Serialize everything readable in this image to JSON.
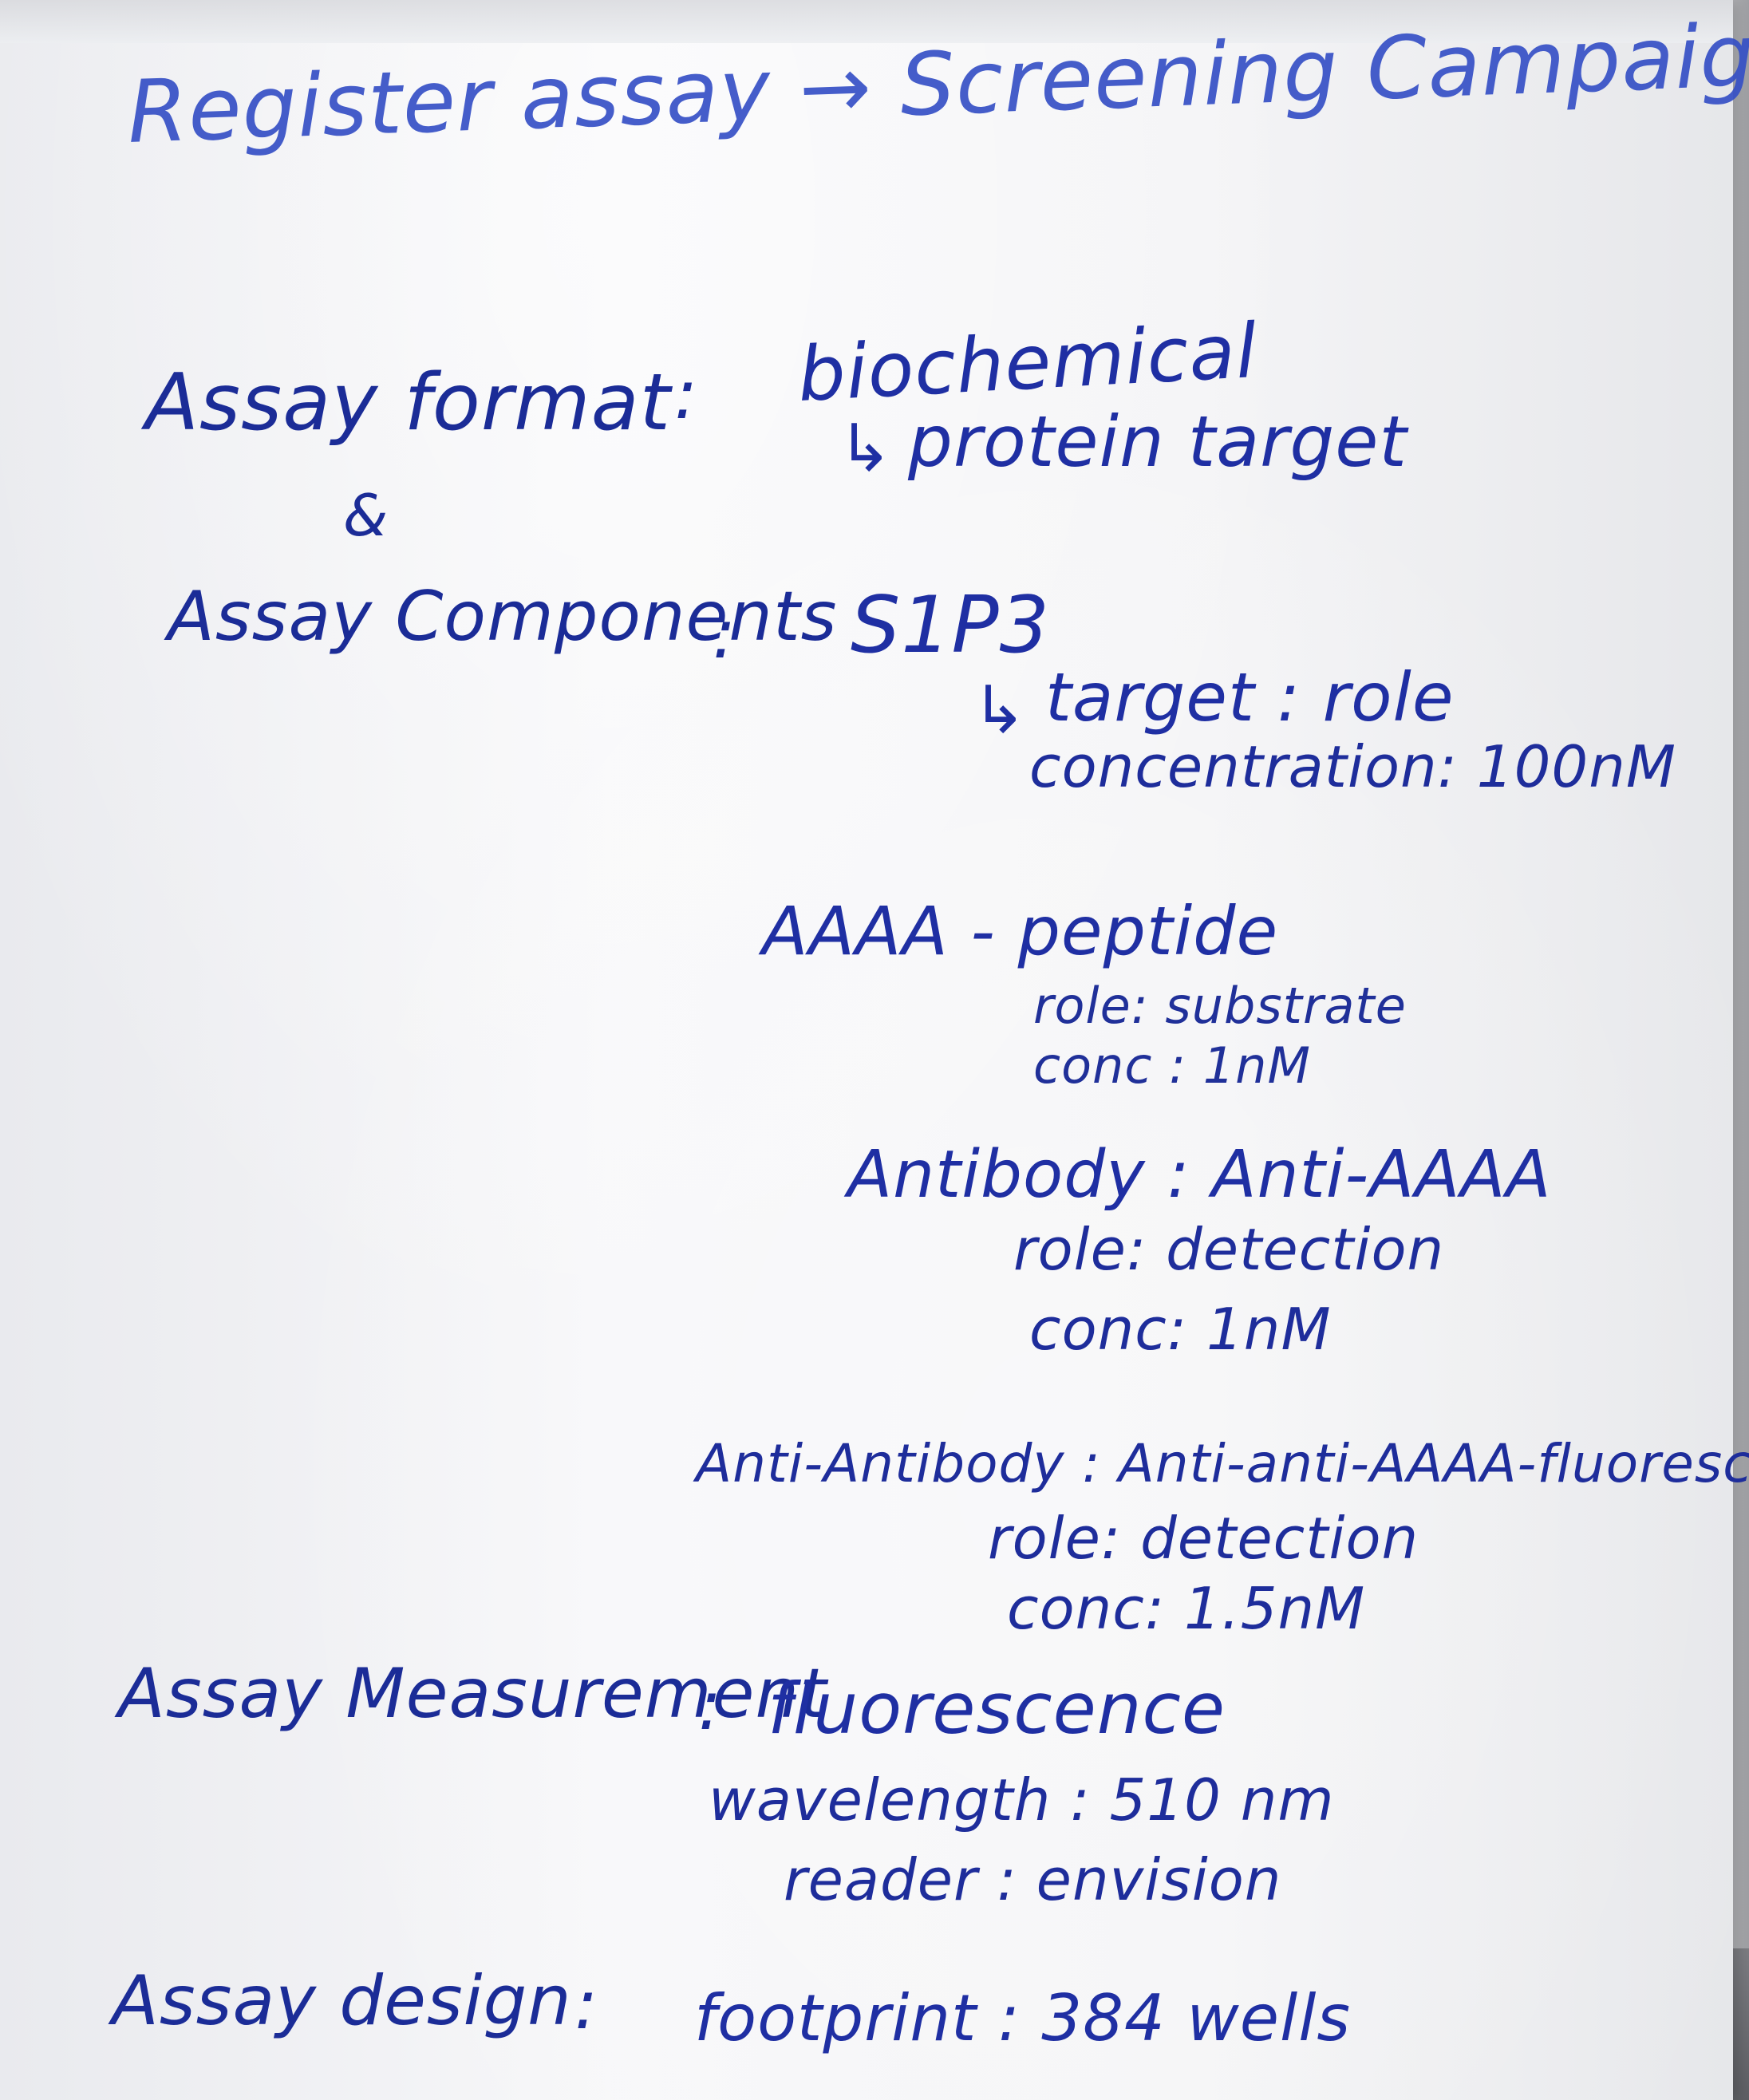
{
  "title": "Register assay → Screening Campaign",
  "assay_format": {
    "label": "Assay format",
    "colon": ":",
    "value": "biochemical",
    "sub": "protein target",
    "amp": "&"
  },
  "assay_components": {
    "label": "Assay Components",
    "colon": ":",
    "target": {
      "name": "S1P3",
      "role": "target : role",
      "concentration": "concentration: 100nM"
    },
    "peptide": {
      "name": "AAAA - peptide",
      "role": "role: substrate",
      "conc": "conc : 1nM"
    },
    "antibody": {
      "name": "Antibody : Anti-AAAA",
      "role": "role: detection",
      "conc": "conc: 1nM"
    },
    "anti_antibody": {
      "name": "Anti-Antibody : Anti-anti-AAAA-fluorescein",
      "role": "role: detection",
      "conc": "conc: 1.5nM"
    }
  },
  "assay_measurement": {
    "label": "Assay Measurement",
    "colon": ":",
    "value": "fluorescence",
    "wavelength": "wavelength : 510 nm",
    "reader": "reader : envision"
  },
  "assay_design": {
    "label": "Assay design",
    "colon": ":",
    "value": "footprint : 384 wells"
  }
}
